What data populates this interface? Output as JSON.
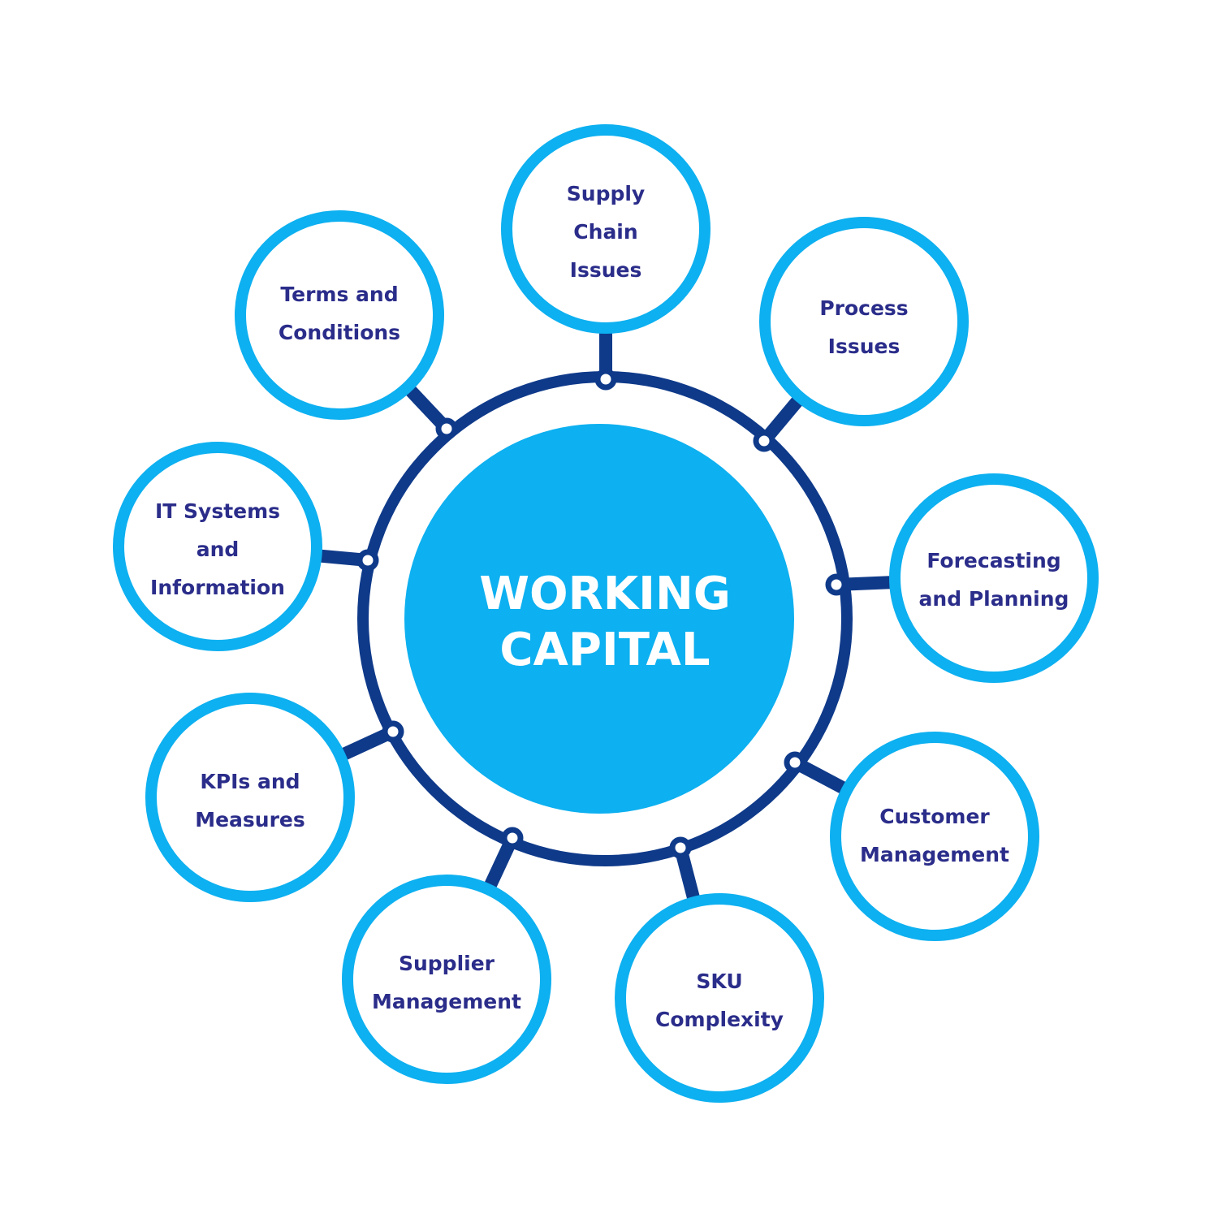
{
  "colors": {
    "ring": "#0f3a8a",
    "node_border": "#0db0f0",
    "center_fill": "#0db0f0",
    "node_text": "#2b2d8a",
    "center_text": "#ffffff"
  },
  "center": {
    "lines": [
      "WORKING",
      "CAPITAL"
    ]
  },
  "nodes": [
    {
      "id": "supply-chain-issues",
      "lines": [
        "Supply",
        "Chain",
        "Issues"
      ]
    },
    {
      "id": "process-issues",
      "lines": [
        "Process",
        "Issues"
      ]
    },
    {
      "id": "forecasting-and-planning",
      "lines": [
        "Forecasting",
        "and Planning"
      ]
    },
    {
      "id": "customer-management",
      "lines": [
        "Customer",
        "Management"
      ]
    },
    {
      "id": "sku-complexity",
      "lines": [
        "SKU",
        "Complexity"
      ]
    },
    {
      "id": "supplier-management",
      "lines": [
        "Supplier",
        "Management"
      ]
    },
    {
      "id": "kpis-and-measures",
      "lines": [
        "KPIs and",
        "Measures"
      ]
    },
    {
      "id": "it-systems-and-information",
      "lines": [
        "IT Systems",
        "and",
        "Information"
      ]
    },
    {
      "id": "terms-and-conditions",
      "lines": [
        "Terms and",
        "Conditions"
      ]
    }
  ]
}
